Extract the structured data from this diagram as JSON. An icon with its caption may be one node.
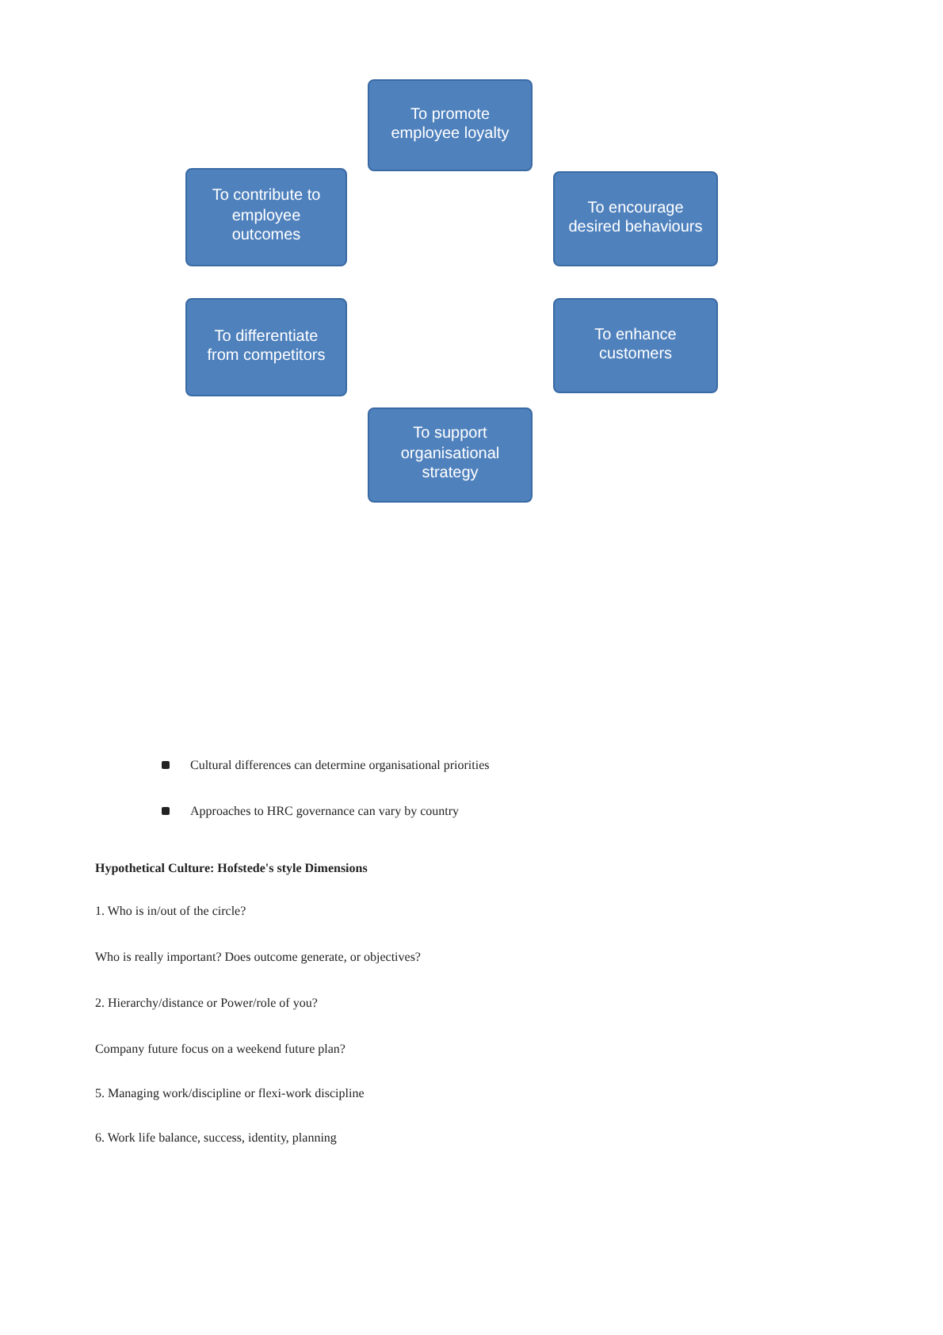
{
  "diagram": {
    "nodes": [
      {
        "text": [
          "To promote employee loyalty"
        ]
      },
      {
        "text": [
          "To contribute to employee outcomes"
        ]
      },
      {
        "text": [
          "To encourage desired behaviours"
        ]
      },
      {
        "text": [
          "To differentiate from competitors"
        ]
      },
      {
        "text": [
          "To enhance customers"
        ]
      },
      {
        "text": [
          "To support organisational strategy"
        ]
      }
    ],
    "labels": [
      "Cultural differences can determine organisational priorities",
      "Approaches to HRC governance can vary by country",
      "Hypothetical Culture: Hofstede's style Dimensions",
      "1. Who is in/out of the circle?",
      "Who is really important? Does outcome generate, or objectives?",
      "2. Hierarchy/distance or Power/role of you?",
      "Company future focus on a weekend future plan?",
      "5. Managing work/discipline or flexi-work discipline",
      "6. Work life balance, success, identity, planning"
    ]
  }
}
